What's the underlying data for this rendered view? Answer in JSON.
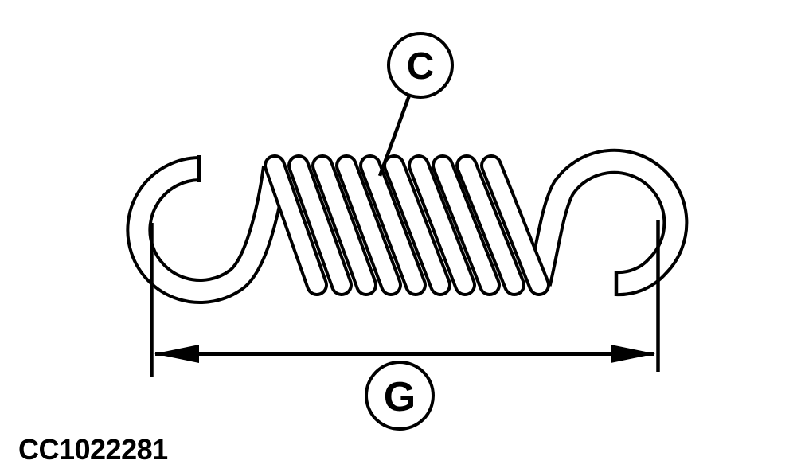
{
  "figure": {
    "type": "extension-spring-technical-illustration",
    "code": "CC1022281",
    "labels": {
      "coil_balloon": "C",
      "length_balloon": "G"
    }
  },
  "colors": {
    "line": "#000000",
    "background": "#ffffff"
  }
}
